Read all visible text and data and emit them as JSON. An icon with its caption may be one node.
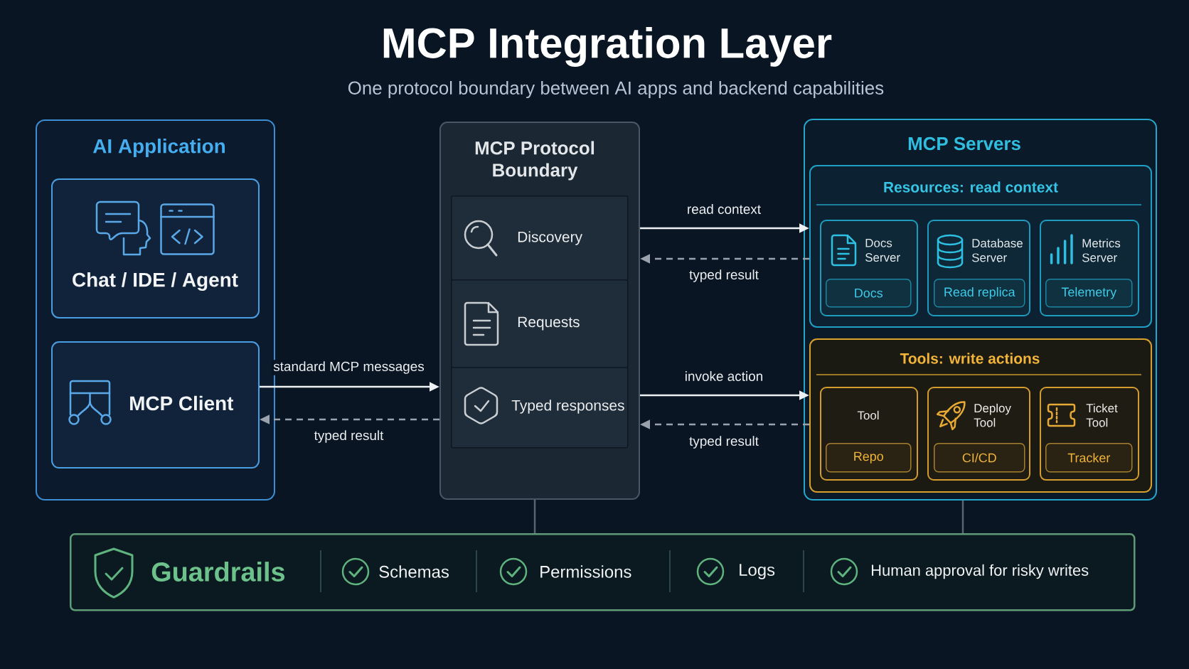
{
  "diagram": {
    "title": "MCP Integration Layer",
    "nodes": [
      {
        "text": [
          "AI Application"
        ]
      },
      {
        "text": [
          "Chat / IDE / Agent"
        ],
        "in": 0
      },
      {
        "text": [
          "MCP Client"
        ],
        "in": 0
      },
      {
        "text": [
          "MCP Protocol Boundary"
        ]
      },
      {
        "text": [
          "Discovery"
        ],
        "in": 3
      },
      {
        "text": [
          "Requests"
        ],
        "in": 3
      },
      {
        "text": [
          "Typed responses"
        ],
        "in": 3
      },
      {
        "text": [
          "MCP Servers"
        ]
      },
      {
        "text": [
          "Resources: read context"
        ],
        "in": 7
      },
      {
        "text": [
          "Docs Server"
        ],
        "in": 8
      },
      {
        "text": [
          "Docs"
        ],
        "in": 9
      },
      {
        "text": [
          "Database Server"
        ],
        "in": 8
      },
      {
        "text": [
          "Read replica"
        ],
        "in": 11
      },
      {
        "text": [
          "Metrics Server"
        ],
        "in": 8
      },
      {
        "text": [
          "Telemetry"
        ],
        "in": 13
      },
      {
        "text": [
          "Tools: write actions"
        ],
        "in": 7
      },
      {
        "text": [
          "Tool"
        ],
        "in": 15
      },
      {
        "text": [
          "Repo"
        ],
        "in": 16
      },
      {
        "text": [
          "Deploy Tool"
        ],
        "in": 15
      },
      {
        "text": [
          "CI/CD"
        ],
        "in": 18
      },
      {
        "text": [
          "Ticket Tool"
        ],
        "in": 15
      },
      {
        "text": [
          "Tracker"
        ],
        "in": 20
      },
      {
        "text": [
          "Guardrails",
          "Schemas",
          "Permissions",
          "Logs",
          "Human approval for risky writes"
        ]
      }
    ],
    "edges": [
      {
        "from": 2,
        "to": 3,
        "arrow": "to",
        "label": "standard MCP messages"
      },
      {
        "from": 3,
        "to": 2,
        "arrow": "to",
        "label": "typed result",
        "style": "dashed",
        "color": "#9aa3ad"
      },
      {
        "from": 3,
        "to": 8,
        "arrow": "to",
        "label": "read context"
      },
      {
        "from": 8,
        "to": 3,
        "arrow": "to",
        "label": "typed result",
        "style": "dashed",
        "color": "#9aa3ad"
      },
      {
        "from": 3,
        "to": 15,
        "arrow": "to",
        "label": "invoke action"
      },
      {
        "from": 15,
        "to": 3,
        "arrow": "to",
        "label": "typed result",
        "style": "dashed",
        "color": "#9aa3ad"
      },
      {
        "from": 3,
        "to": 22,
        "arrow": "none",
        "color": "#566571"
      },
      {
        "from": 7,
        "to": 22,
        "arrow": "none",
        "color": "#566571"
      }
    ],
    "labels": [
      "One protocol boundary between AI apps and backend capabilities"
    ]
  }
}
